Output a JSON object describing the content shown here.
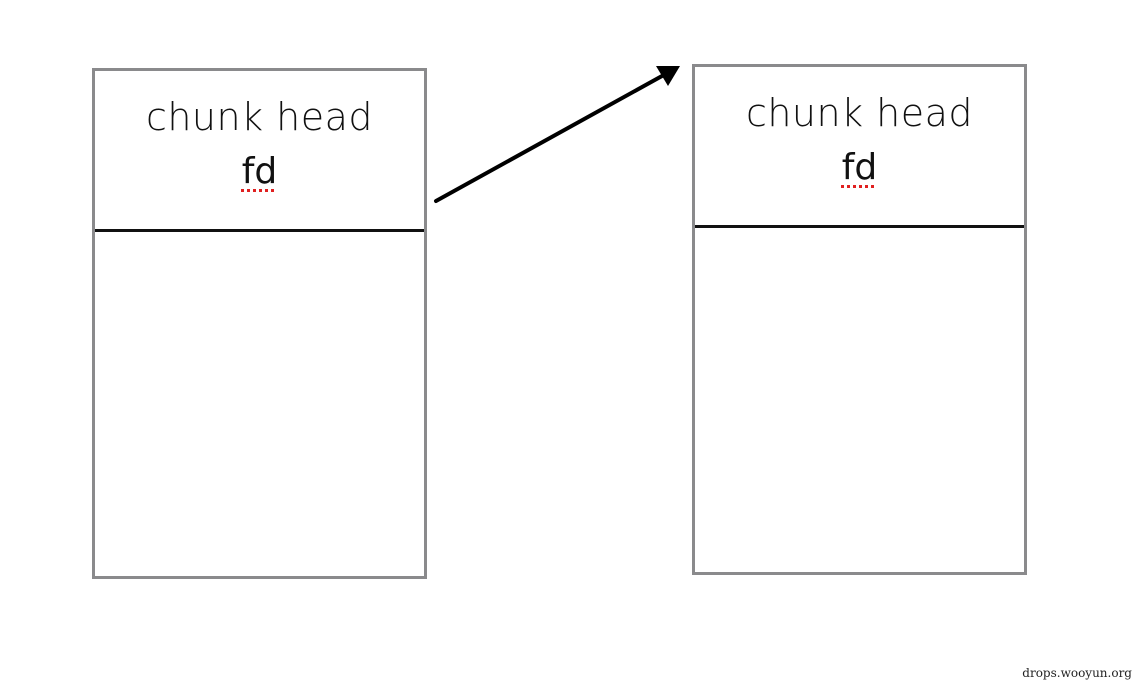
{
  "chunks": [
    {
      "title": "chunk head",
      "field": "fd"
    },
    {
      "title": "chunk head",
      "field": "fd"
    }
  ],
  "watermark": "drops.wooyun.org",
  "colors": {
    "box_border": "#8a8a8c",
    "divider": "#111111",
    "arrow": "#000000",
    "spellcheck_underline": "#e02020"
  }
}
